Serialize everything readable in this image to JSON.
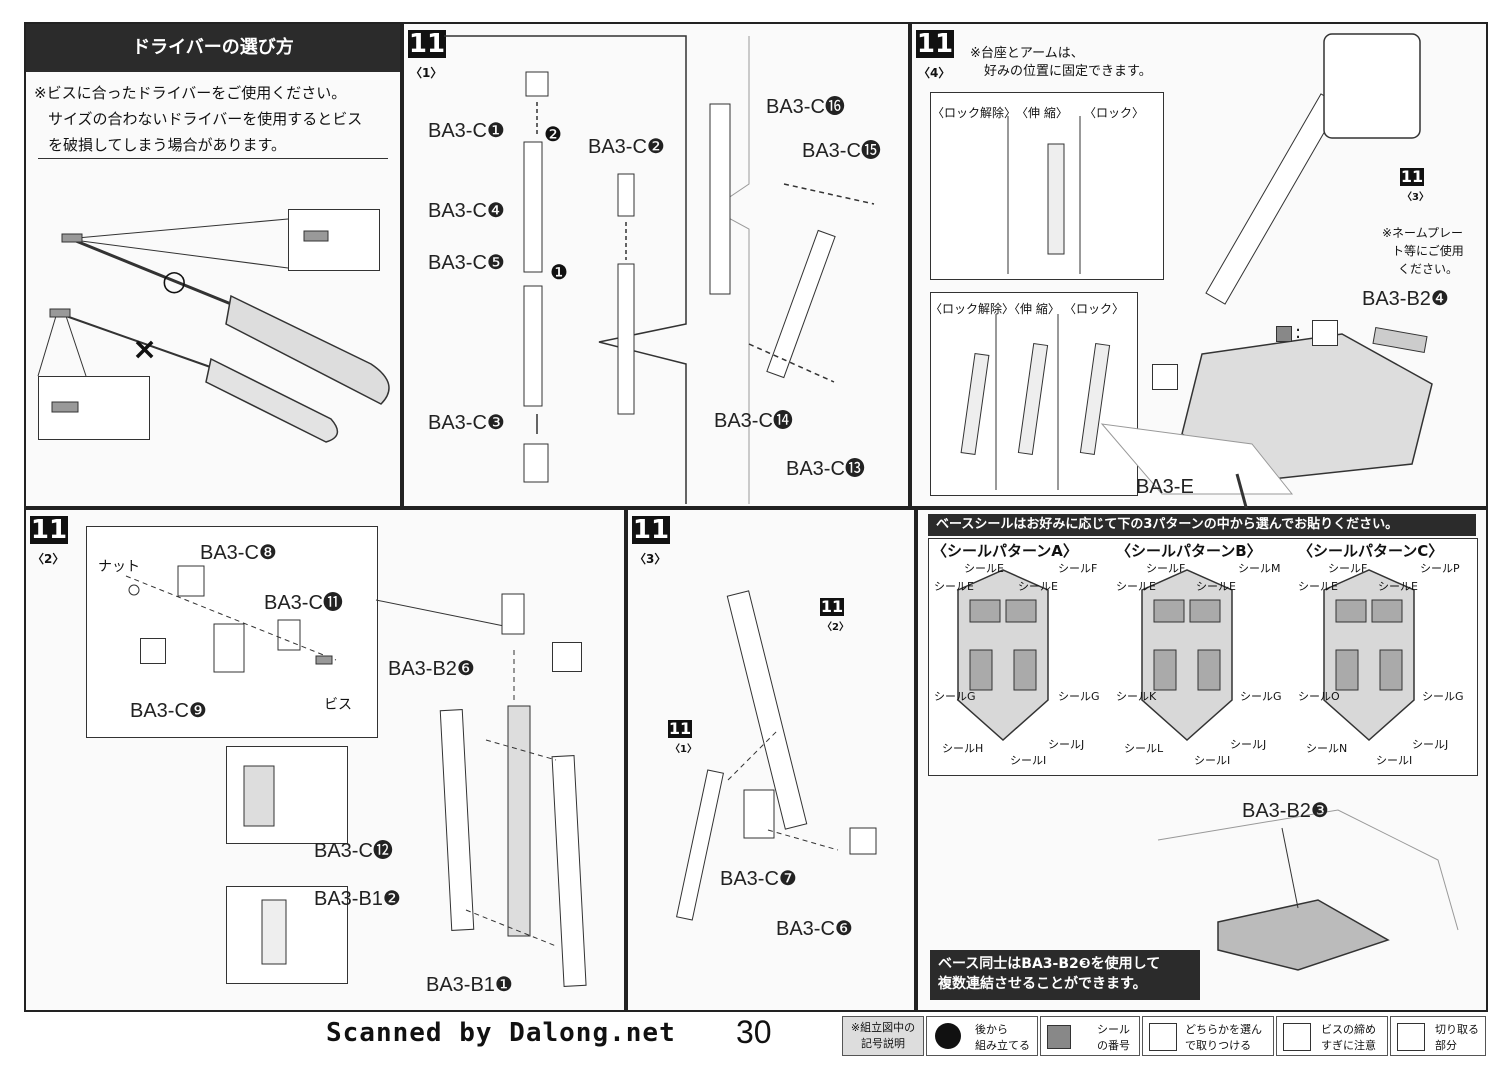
{
  "driver": {
    "title": "ドライバーの選び方",
    "text1": "※ビスに合ったドライバーをご使用ください。",
    "text2": "サイズの合わないドライバーを使用するとビス",
    "text3": "を破損してしまう場合があります。",
    "ok_mark": "○",
    "ng_mark": "×"
  },
  "step_number": "11",
  "step1": {
    "sub": "〈1〉",
    "labels": [
      "BA3-C❶",
      "BA3-C❷",
      "BA3-C❹",
      "BA3-C❺",
      "BA3-C❸",
      "BA3-C⓰",
      "BA3-C⓯",
      "BA3-C⓮",
      "BA3-C⓭"
    ],
    "arrows": [
      "❷",
      "❶"
    ]
  },
  "step2": {
    "sub": "〈2〉",
    "labels": [
      "BA3-C❽",
      "BA3-C⓫",
      "BA3-C❾",
      "BA3-B2❻",
      "BA3-C⓬",
      "BA3-B1❷",
      "BA3-B1❶"
    ],
    "nut": "ナット",
    "screw": "ビス"
  },
  "step3": {
    "sub": "〈3〉",
    "labels": [
      "BA3-C❼",
      "BA3-C❻"
    ],
    "ref1": "〈1〉",
    "ref2": "〈2〉"
  },
  "step4": {
    "sub": "〈4〉",
    "note1": "※台座とアームは、",
    "note2": "好みの位置に固定できます。",
    "lock_row1": [
      "〈ロック解除〉",
      "〈伸 縮〉",
      "〈ロック〉"
    ],
    "lock_row2": [
      "〈ロック解除〉",
      "〈伸 縮〉",
      "〈ロック〉"
    ],
    "ref3": "〈3〉",
    "nameplate1": "※ネームプレー",
    "nameplate2": "ト等にご使用",
    "nameplate3": "ください。",
    "labels": [
      "BA3-B2❹",
      "BA3-E"
    ],
    "colon": ":"
  },
  "seal": {
    "header": "ベースシールはお好みに応じて下の3パターンの中から選んでお貼りください。",
    "patterns": [
      {
        "title": "〈シールパターンA〉",
        "marks": [
          "シールE",
          "シールE",
          "シールE",
          "シールF",
          "シールG",
          "シールG",
          "シールH",
          "シールI",
          "シールJ"
        ]
      },
      {
        "title": "〈シールパターンB〉",
        "marks": [
          "シールE",
          "シールF",
          "シールE",
          "シールM",
          "シールK",
          "シールG",
          "シールL",
          "シールI",
          "シールJ"
        ]
      },
      {
        "title": "〈シールパターンC〉",
        "marks": [
          "シールE",
          "シールF",
          "シールE",
          "シールP",
          "シールO",
          "シールG",
          "シールN",
          "シールI",
          "シールJ"
        ]
      }
    ],
    "prefix": "シール"
  },
  "base_join": {
    "label": "BA3-B2❸",
    "text1": "ベース同士はBA3-B2❸を使用して",
    "text2": "複数連結させることができます。"
  },
  "footer": {
    "credit": "Scanned by Dalong.net",
    "page": "30",
    "legend_title1": "※組立図中の",
    "legend_title2": "記号説明",
    "items": [
      {
        "t1": "後から",
        "t2": "組み立てる"
      },
      {
        "t1": "シール",
        "t2": "の番号"
      },
      {
        "t1": "どちらかを選ん",
        "t2": "で取りつける"
      },
      {
        "t1": "ビスの締め",
        "t2": "すぎに注意"
      },
      {
        "t1": "切り取る",
        "t2": "部分"
      }
    ]
  }
}
